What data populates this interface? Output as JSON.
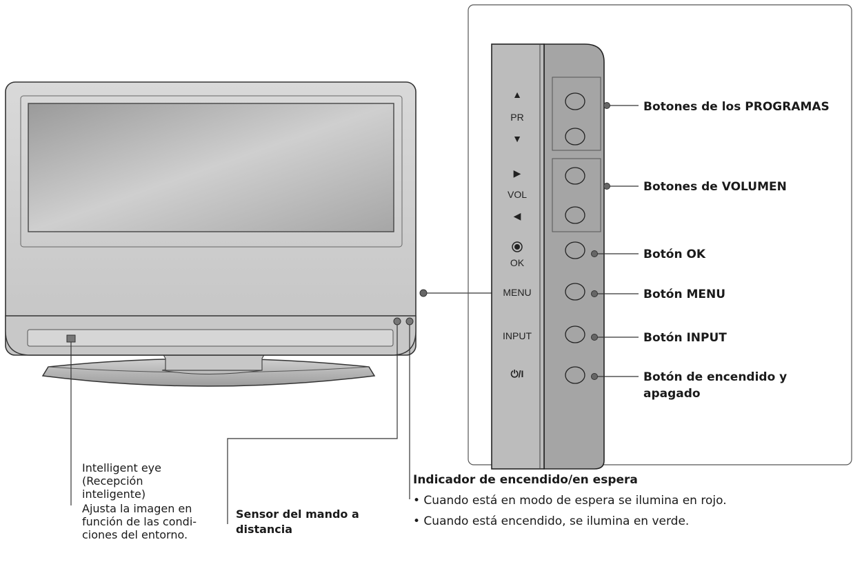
{
  "panel": {
    "pr_label": "PR",
    "vol_label": "VOL",
    "ok_label": "OK",
    "menu_label": "MENU",
    "input_label": "INPUT",
    "power_label": "⏻/I"
  },
  "callouts": {
    "programs": "Botones de los PROGRAMAS",
    "volume": "Botones de VOLUMEN",
    "ok": "Botón OK",
    "menu": "Botón MENU",
    "input": "Botón INPUT",
    "power_line1": "Botón de encendido y",
    "power_line2": "apagado"
  },
  "intelligent_eye": {
    "line1": "Intelligent eye",
    "line2": "(Recepción",
    "line3": "inteligente)",
    "desc1": "Ajusta la imagen en",
    "desc2": "función de las condi-",
    "desc3": "ciones del entorno."
  },
  "remote_sensor": {
    "line1": "Sensor del mando a",
    "line2": "distancia"
  },
  "power_indicator": {
    "title": "Indicador de encendido/en espera",
    "bullet1": "• Cuando está en modo de espera se ilumina en rojo.",
    "bullet2": "• Cuando está encendido, se ilumina en verde."
  }
}
